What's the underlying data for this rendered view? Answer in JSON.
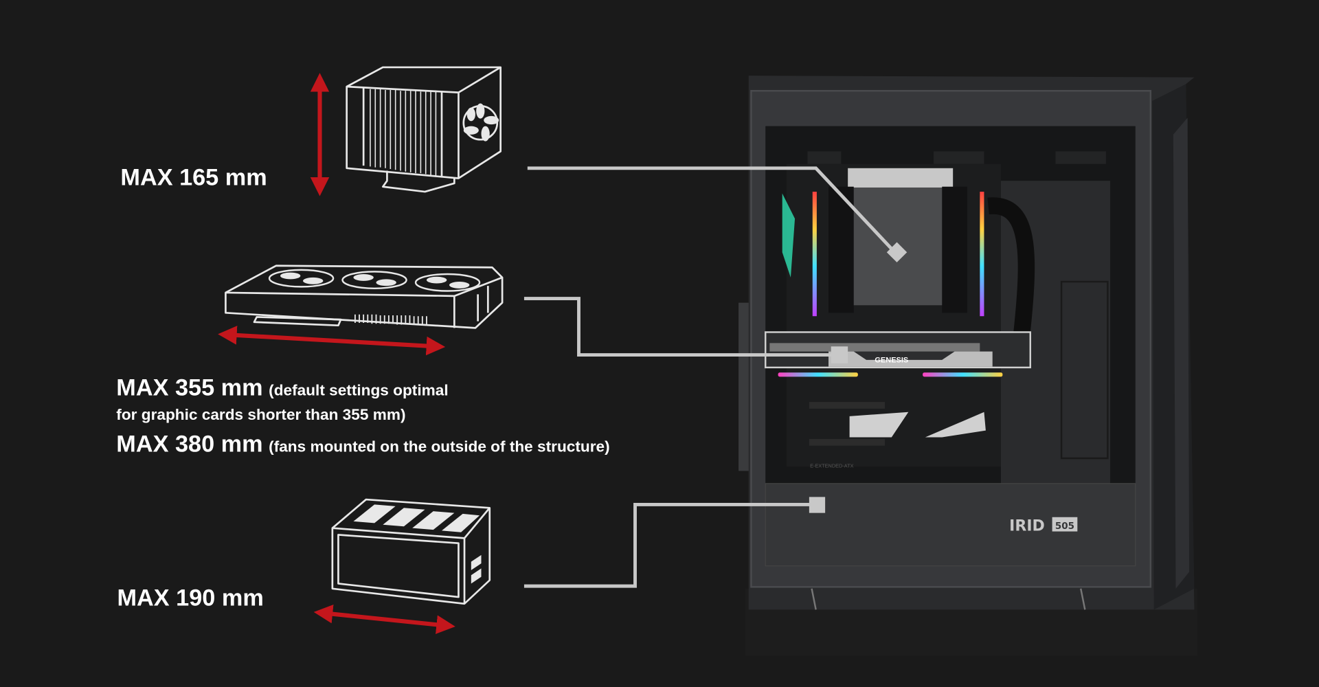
{
  "colors": {
    "background": "#1a1a1a",
    "arrow": "#c4161c",
    "leader": "#c8c8c8",
    "case": "#2e2f31"
  },
  "cooler": {
    "label": "MAX 165 mm",
    "icon": "cpu-cooler-icon"
  },
  "gpu": {
    "label_1": "MAX 355 mm",
    "note_1a": "(default settings optimal",
    "note_1b": "for graphic cards shorter than 355 mm)",
    "label_2": "MAX 380 mm",
    "note_2": "(fans mounted on the outside of the structure)",
    "icon": "graphics-card-icon"
  },
  "psu": {
    "label": "MAX 190 mm",
    "icon": "power-supply-icon"
  },
  "case": {
    "brand": "IRID",
    "model": "505",
    "gpu_brand": "GENESIS",
    "board_text": "E-EXTENDED-ATX"
  }
}
